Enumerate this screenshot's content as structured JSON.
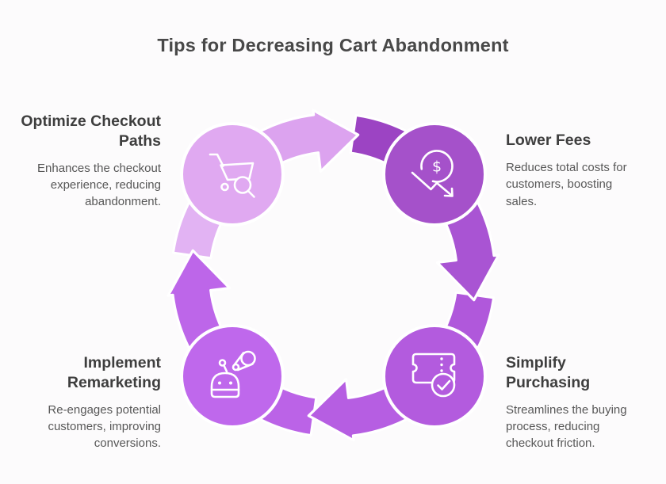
{
  "title": "Tips for Decreasing Cart Abandonment",
  "colors": {
    "background": "#FCFBFC",
    "title_text": "#484848",
    "heading_text": "#3E3E3E",
    "body_text": "#575757",
    "icon_stroke": "#FFFFFF"
  },
  "nodes": [
    {
      "position": "top-left",
      "heading": "Optimize Checkout Paths",
      "description": "Enhances the checkout experience, reducing abandonment.",
      "icon": "cart-search-icon",
      "color": "#E0A9F1"
    },
    {
      "position": "top-right",
      "heading": "Lower Fees",
      "description": "Reduces total costs for customers, boosting sales.",
      "icon": "dollar-decrease-icon",
      "icon_glyph": "$",
      "color": "#A551CA"
    },
    {
      "position": "bottom-right",
      "heading": "Simplify Purchasing",
      "description": "Streamlines the buying process, reducing checkout friction.",
      "icon": "ticket-check-icon",
      "color": "#B35BDE"
    },
    {
      "position": "bottom-left",
      "heading": "Implement Remarketing",
      "description": "Re-engages potential customers, improving conversions.",
      "icon": "robot-megaphone-icon",
      "color": "#BF68EC"
    }
  ],
  "cycle": {
    "direction": "clockwise",
    "arrow_colors": {
      "top_arrow": "#DCA3EF",
      "top_tail": "#9C44C3",
      "right_arrow": "#A954D3",
      "right_tail": "#B058DB",
      "bottom_arrow": "#B65EE2",
      "bottom_tail": "#BB63E7",
      "left_arrow": "#BD66E9",
      "left_tail": "#E2B3F3"
    }
  }
}
